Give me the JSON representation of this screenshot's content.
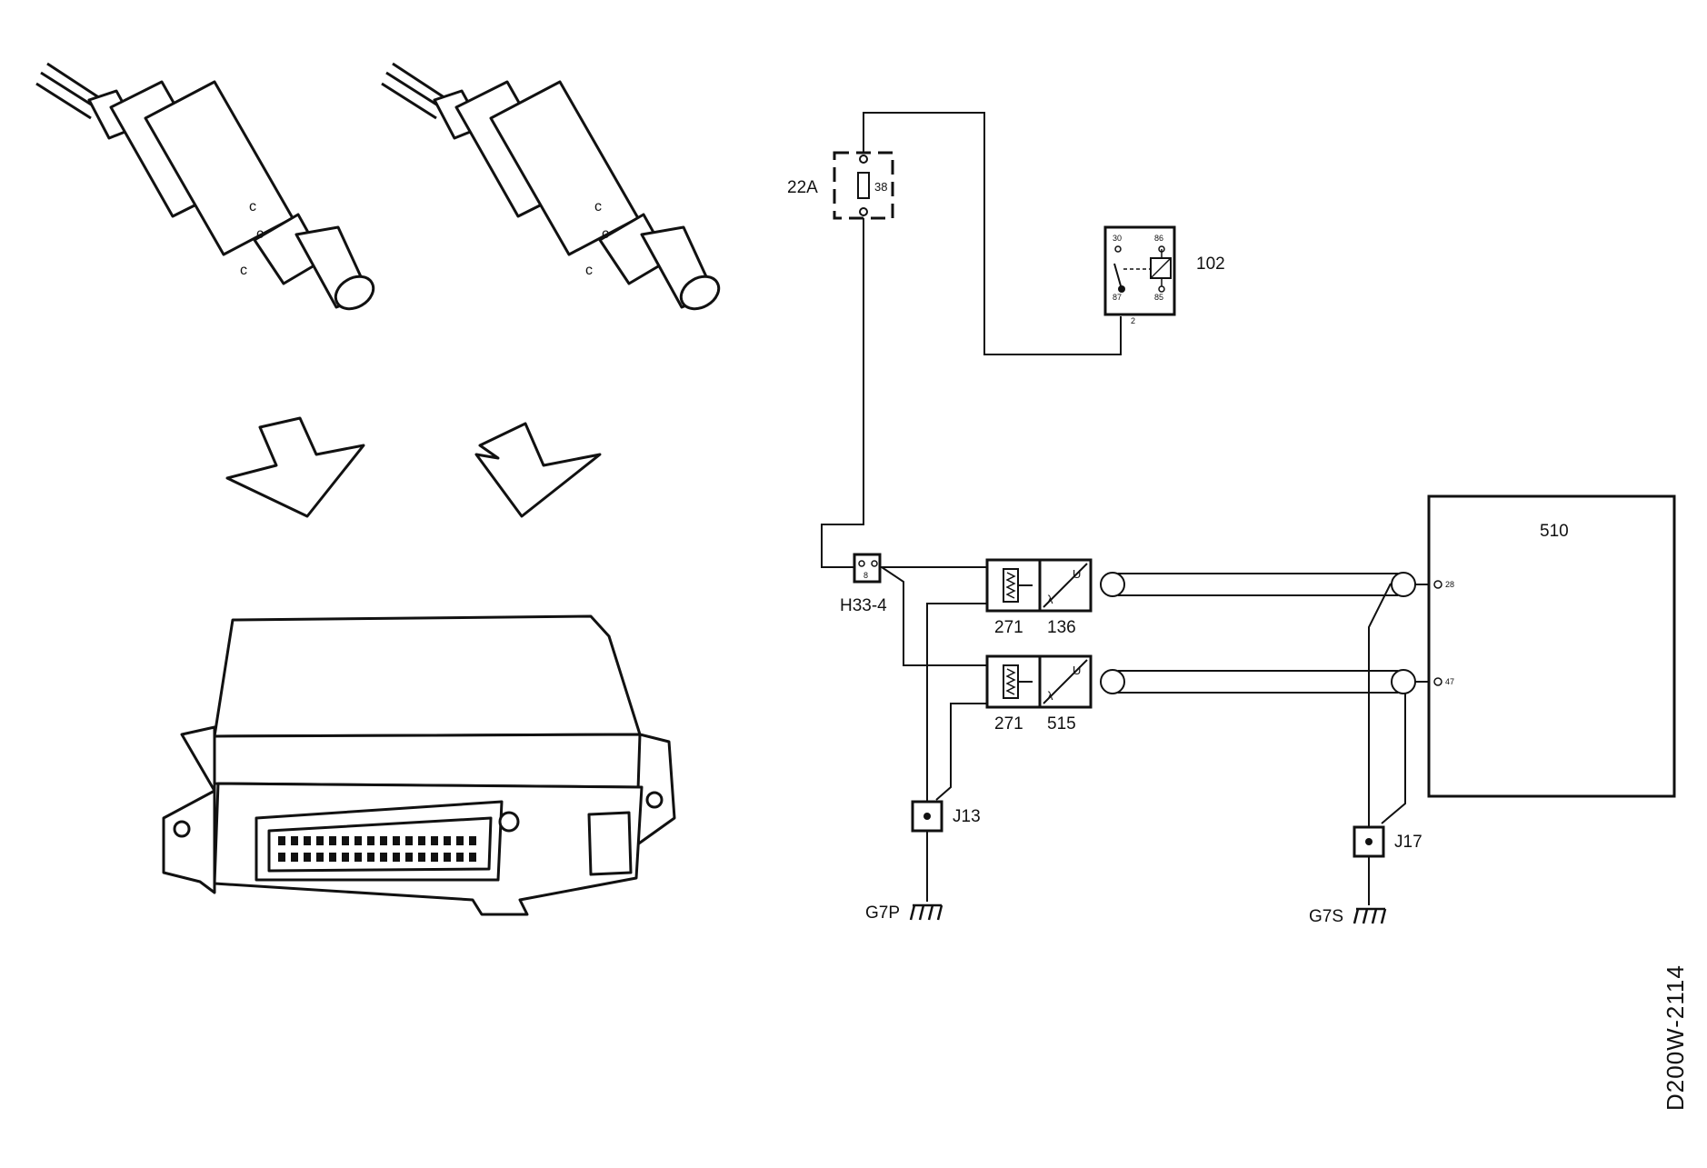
{
  "labels": {
    "fuse": "22A",
    "fuse_number": "38",
    "relay": "102",
    "relay_pin_30": "30",
    "relay_pin_86": "86",
    "relay_pin_87": "87",
    "relay_pin_85": "85",
    "relay_pin_2": "2",
    "connector": "H33-4",
    "connector_pin": "8",
    "heater_upper": "271",
    "sensor_upper": "136",
    "heater_lower": "271",
    "sensor_lower": "515",
    "sensor_u": "U",
    "sensor_lambda": "λ",
    "ecu": "510",
    "ecu_pin_28": "28",
    "ecu_pin_47": "47",
    "junction_left": "J13",
    "junction_right": "J17",
    "ground_left": "G7P",
    "ground_right": "G7S",
    "doc_id": "D200W-2114"
  }
}
